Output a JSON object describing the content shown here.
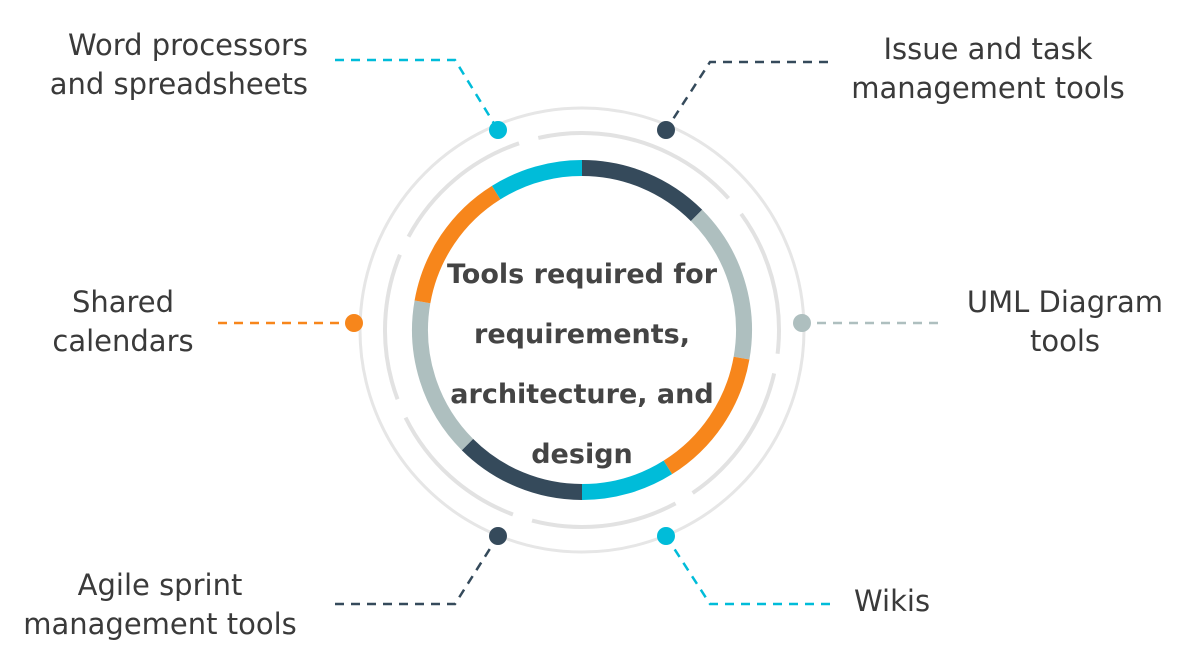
{
  "center": {
    "lines": [
      "Tools required for",
      "requirements,",
      "architecture, and",
      "design"
    ]
  },
  "items": [
    {
      "id": "word-processors",
      "lines": [
        "Word processors",
        "and spreadsheets"
      ],
      "color": "#00bcd9"
    },
    {
      "id": "issue-task",
      "lines": [
        "Issue and task",
        "management tools"
      ],
      "color": "#354a5b"
    },
    {
      "id": "uml",
      "lines": [
        "UML Diagram",
        "tools"
      ],
      "color": "#aebfbf"
    },
    {
      "id": "wikis",
      "lines": [
        "Wikis"
      ],
      "color": "#00bcd9"
    },
    {
      "id": "agile",
      "lines": [
        "Agile sprint",
        "management tools"
      ],
      "color": "#354a5b"
    },
    {
      "id": "calendars",
      "lines": [
        "Shared",
        "calendars"
      ],
      "color": "#f7861b"
    }
  ],
  "colors": {
    "cyan": "#00bcd9",
    "navy": "#354a5b",
    "grey": "#aebfbf",
    "orange": "#f7861b",
    "ring": "#e6e6e6",
    "text": "#3a3a3a"
  }
}
